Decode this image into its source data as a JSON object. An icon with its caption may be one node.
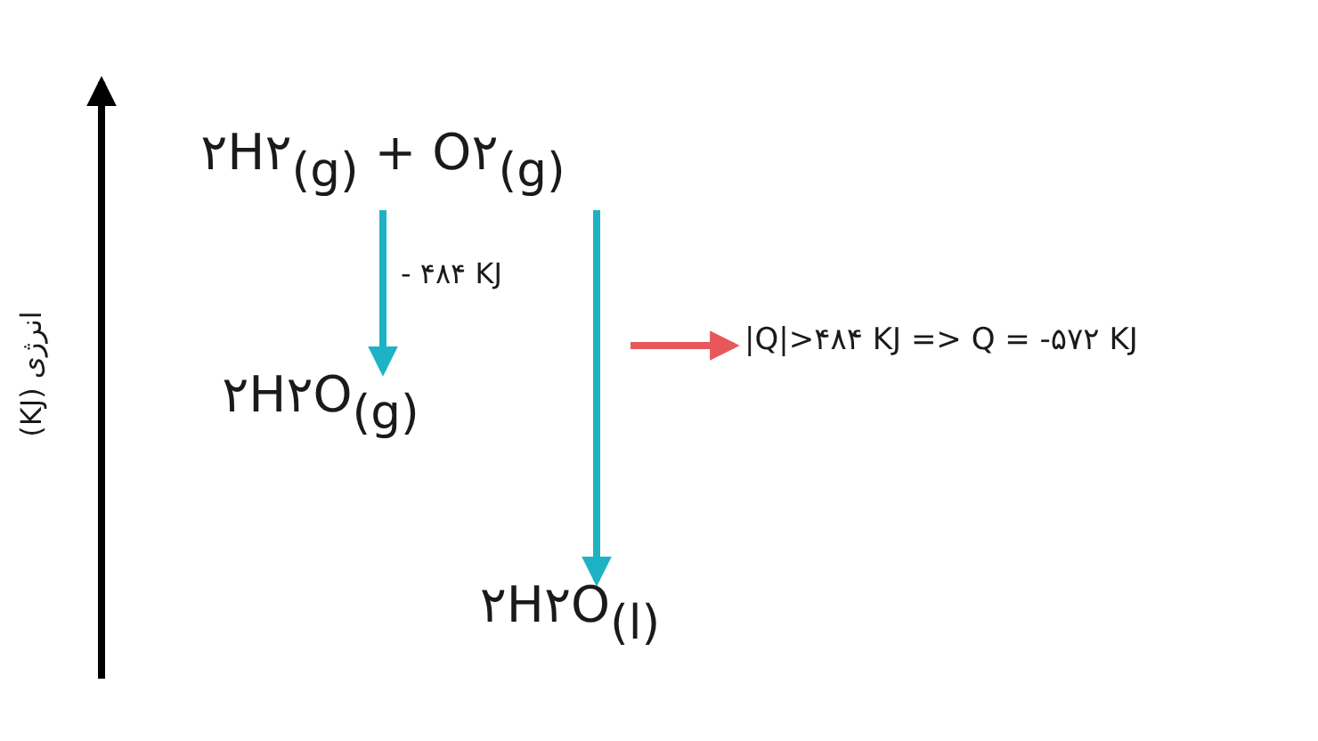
{
  "diagram": {
    "nodes": [
      {
        "text": [
          "۲H۲$_{(g)}$ + O۲$_{(g)}$"
        ]
      },
      {
        "text": [
          "۲H۲O$_{(g)}$"
        ]
      },
      {
        "text": [
          "۲H۲O$_{(l)}$"
        ]
      },
      {
        "text": [
          "|Q|>۴۸۴ KJ => Q = -۵۷۲ KJ"
        ]
      }
    ],
    "edges": [
      {
        "from": 0,
        "to": 1,
        "arrow": "to",
        "label": "- ۴۸۴ KJ"
      },
      {
        "from": 0,
        "to": 2,
        "arrow": "to"
      },
      {
        "from": null,
        "to": 3,
        "arrow": "to",
        "color": "#e8585a"
      }
    ],
    "labels": [
      "انرژی (KJ)"
    ]
  }
}
